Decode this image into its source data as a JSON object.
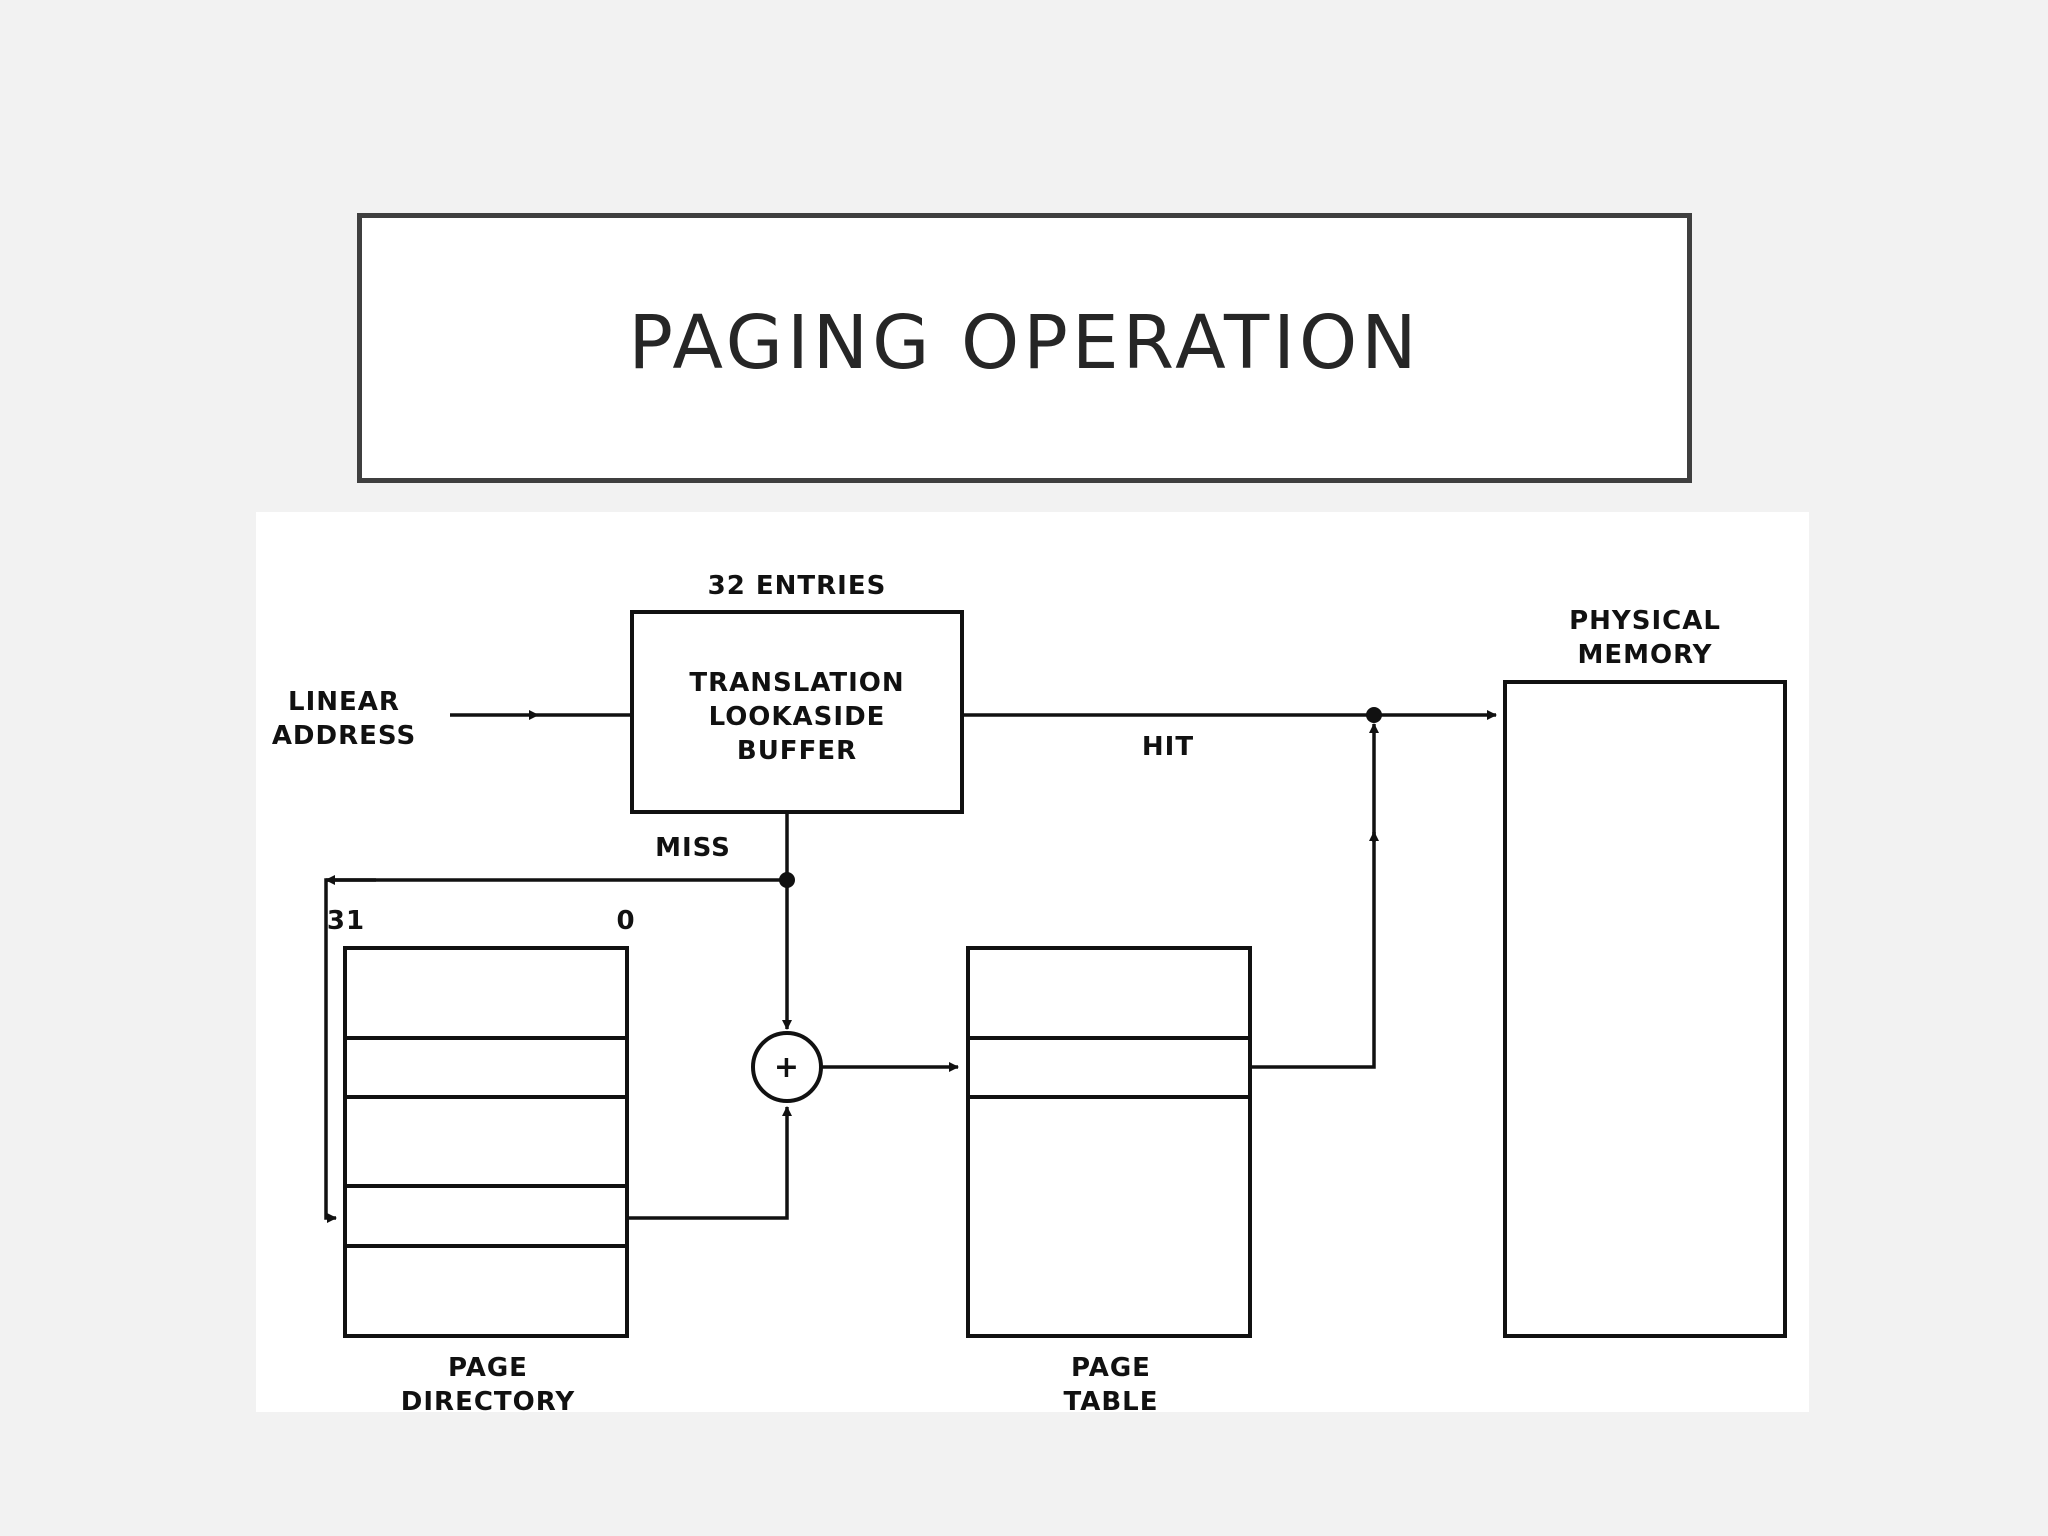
{
  "slide": {
    "title": "PAGING OPERATION"
  },
  "diagram": {
    "tlb": {
      "capacity_label": "32 ENTRIES",
      "lines": [
        "TRANSLATION",
        "LOOKASIDE",
        "BUFFER"
      ]
    },
    "input": {
      "lines": [
        "LINEAR",
        "ADDRESS"
      ]
    },
    "hit_label": "HIT",
    "miss_label": "MISS",
    "bit_high": "31",
    "bit_low": "0",
    "adder_symbol": "+",
    "page_directory": {
      "lines": [
        "PAGE",
        "DIRECTORY"
      ]
    },
    "page_table": {
      "lines": [
        "PAGE",
        "TABLE"
      ]
    },
    "physical_memory": {
      "lines": [
        "PHYSICAL",
        "MEMORY"
      ]
    }
  }
}
